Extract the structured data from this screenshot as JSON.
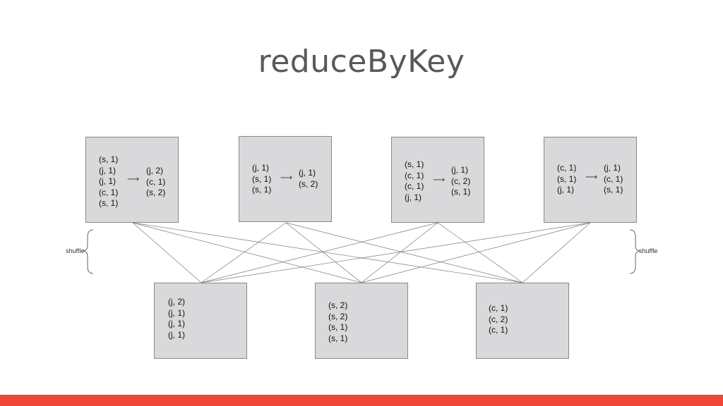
{
  "title": "reduceByKey",
  "shuffle_left": "shuffle",
  "shuffle_right": "shuffle",
  "arrow": "⟶",
  "colors": {
    "accent_bar": "#f0463a",
    "box_fill": "#d9d9db",
    "title": "#595959"
  },
  "map_partitions": [
    {
      "input": [
        "(s, 1)",
        "(j, 1)",
        "(j, 1)",
        "(c, 1)",
        "(s, 1)"
      ],
      "output": [
        "(j, 2)",
        "(c, 1)",
        "(s, 2)"
      ]
    },
    {
      "input": [
        "(j, 1)",
        "(s, 1)",
        "(s, 1)"
      ],
      "output": [
        "(j, 1)",
        "(s, 2)"
      ]
    },
    {
      "input": [
        "(s, 1)",
        "(c, 1)",
        "(c, 1)",
        "(j, 1)"
      ],
      "output": [
        "(j, 1)",
        "(c, 2)",
        "(s, 1)"
      ]
    },
    {
      "input": [
        "(c, 1)",
        "(s, 1)",
        "(j, 1)"
      ],
      "output": [
        "(j, 1)",
        "(c, 1)",
        "(s, 1)"
      ]
    }
  ],
  "reduce_partitions": [
    {
      "items": [
        "(j, 2)",
        "(j, 1)",
        "(j, 1)",
        "(j, 1)"
      ]
    },
    {
      "items": [
        "(s, 2)",
        "(s, 2)",
        "(s, 1)",
        "(s, 1)"
      ]
    },
    {
      "items": [
        "(c, 1)",
        "(c, 2)",
        "(c, 1)"
      ]
    }
  ]
}
